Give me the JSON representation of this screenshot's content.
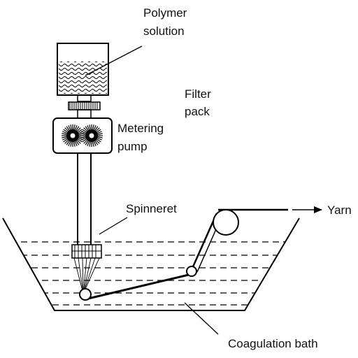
{
  "diagram": {
    "labels": {
      "polymer_line1": "Polymer",
      "polymer_line2": "solution",
      "filter_line1": "Filter",
      "filter_line2": "pack",
      "metering_line1": "Metering",
      "metering_line2": "pump",
      "spinneret": "Spinneret",
      "yarn": "Yarn",
      "bath": "Coagulation bath"
    }
  }
}
